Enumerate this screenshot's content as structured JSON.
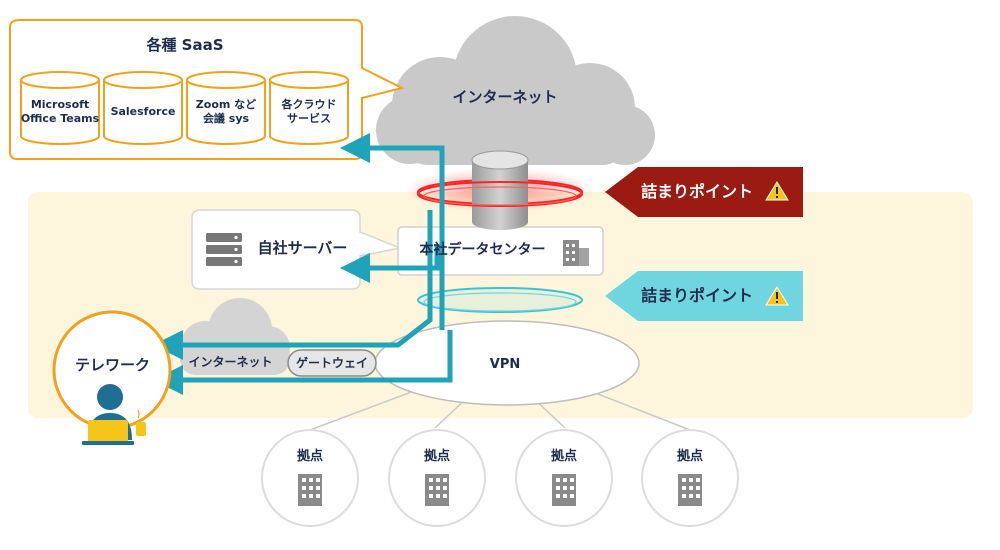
{
  "saas": {
    "title": "各種 SaaS",
    "services": [
      {
        "line1": "Microsoft",
        "line2": "Office Teams"
      },
      {
        "line1": "Salesforce",
        "line2": ""
      },
      {
        "line1": "Zoom など",
        "line2": "会議 sys"
      },
      {
        "line1": "各クラウド",
        "line2": "サービス"
      }
    ]
  },
  "internet_cloud": "インターネット",
  "own_server": "自社サーバー",
  "datacenter": "本社データセンター",
  "bottleneck_red": "詰まりポイント",
  "bottleneck_teal": "詰まりポイント",
  "telework": "テレワーク",
  "telework_internet": "インターネット",
  "gateway": "ゲートウェイ",
  "vpn": "VPN",
  "branches": [
    "拠点",
    "拠点",
    "拠点",
    "拠点"
  ],
  "icons": [
    "cylinder-icon",
    "server-rack-icon",
    "office-building-icon",
    "warning-icon",
    "building-icon",
    "person-laptop-icon",
    "coffee-cup-icon"
  ],
  "colors": {
    "route_line": "#1fa3b8",
    "bottleneck_red": "#9b1b12",
    "bottleneck_teal": "#6fd6e0",
    "saas_border": "#f0a21c",
    "zone_background": "#fdf5dc",
    "navy_text": "#1e2d4f",
    "cloud_gray": "#c9c9c9",
    "warning_yellow": "#f5c518"
  }
}
